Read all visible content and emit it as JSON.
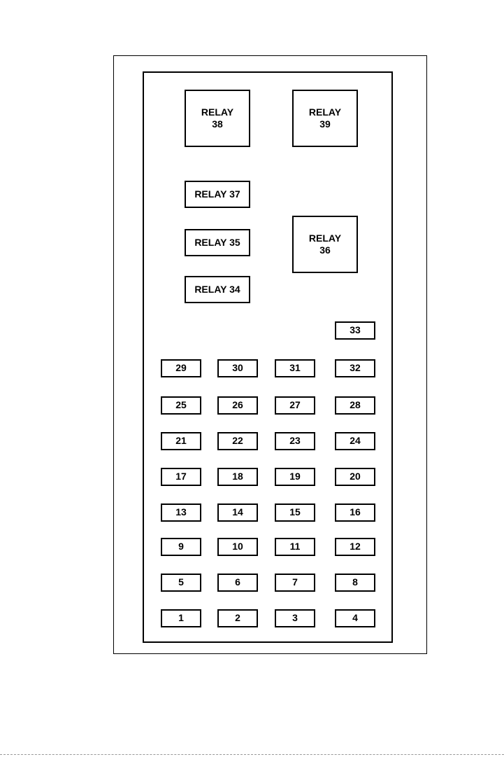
{
  "relays_big": [
    {
      "id": "38",
      "line1": "RELAY",
      "line2": "38"
    },
    {
      "id": "39",
      "line1": "RELAY",
      "line2": "39"
    },
    {
      "id": "36",
      "line1": "RELAY",
      "line2": "36"
    }
  ],
  "relays_small": [
    {
      "id": "37",
      "label": "RELAY 37"
    },
    {
      "id": "35",
      "label": "RELAY 35"
    },
    {
      "id": "34",
      "label": "RELAY 34"
    }
  ],
  "fuse_rows": [
    [
      "33"
    ],
    [
      "29",
      "30",
      "31",
      "32"
    ],
    [
      "25",
      "26",
      "27",
      "28"
    ],
    [
      "21",
      "22",
      "23",
      "24"
    ],
    [
      "17",
      "18",
      "19",
      "20"
    ],
    [
      "13",
      "14",
      "15",
      "16"
    ],
    [
      "9",
      "10",
      "11",
      "12"
    ],
    [
      "5",
      "6",
      "7",
      "8"
    ],
    [
      "1",
      "2",
      "3",
      "4"
    ]
  ]
}
